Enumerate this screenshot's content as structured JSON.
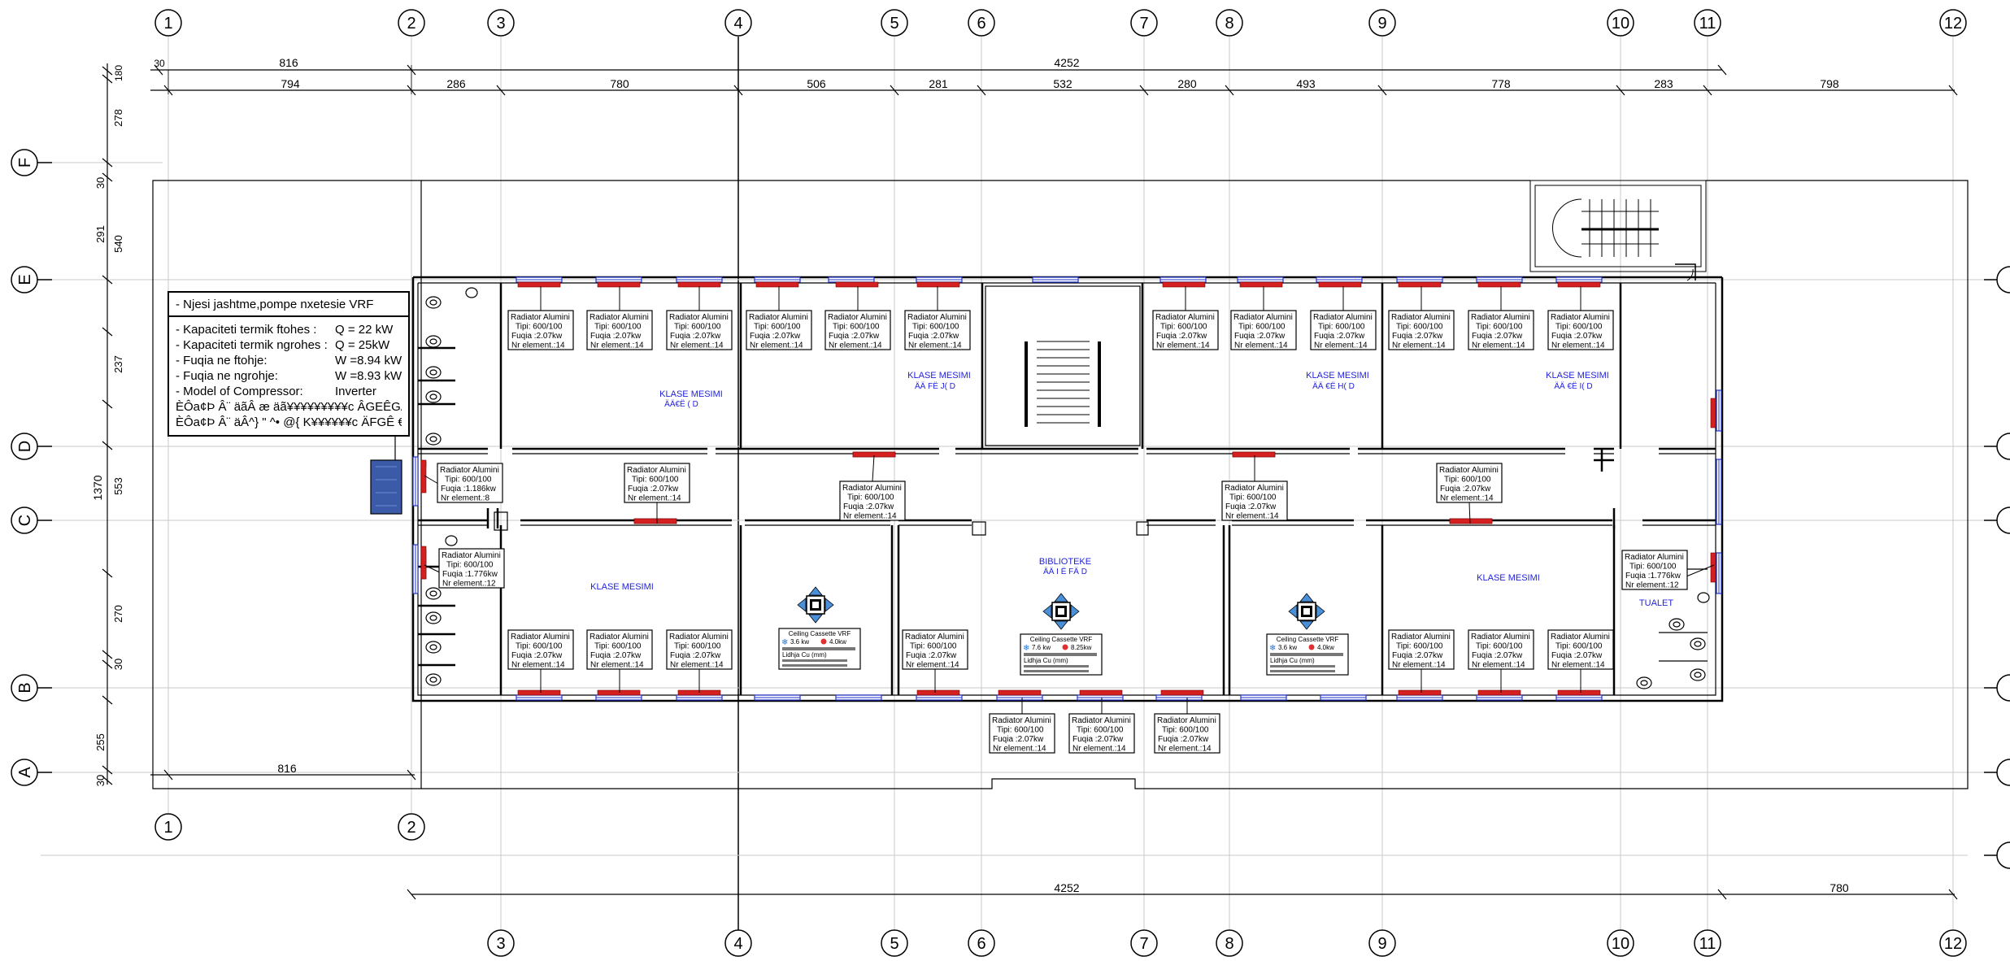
{
  "grid": {
    "columns_top": [
      "1",
      "2",
      "3",
      "4",
      "5",
      "6",
      "7",
      "8",
      "9",
      "10",
      "11",
      "12"
    ],
    "columns_bottom": [
      "1",
      "2",
      "3",
      "4",
      "5",
      "6",
      "7",
      "8",
      "9",
      "10",
      "11",
      "12"
    ],
    "rows_left": [
      "F",
      "E",
      "D",
      "C",
      "B",
      "A"
    ]
  },
  "dimensions": {
    "top_row1": [
      "816",
      "4252"
    ],
    "top_row2": [
      "794",
      "286",
      "780",
      "506",
      "281",
      "532",
      "280",
      "493",
      "778",
      "283",
      "798"
    ],
    "top_small": [
      "30",
      "180"
    ],
    "left_col_outer": [
      "1370"
    ],
    "left_col": [
      "278",
      "30",
      "291",
      "540",
      "237",
      "553",
      "270",
      "30",
      "255",
      "30"
    ],
    "bottom_left": "816",
    "bottom_row": [
      "4252",
      "780"
    ]
  },
  "legend": {
    "title": "- Njesi jashtme,pompe nxetesie  VRF",
    "rows": [
      {
        "label": "- Kapaciteti termik ftohes :",
        "value": "Q = 22 kW"
      },
      {
        "label": "- Kapaciteti termik ngrohes :",
        "value": "Q = 25kW"
      },
      {
        "label": "- Fuqia ne ftohje:",
        "value": "W =8.94 kW"
      },
      {
        "label": "- Fuqia ne ngrohje:",
        "value": "W =8.93 kW"
      },
      {
        "label": "- Model of Compressor:",
        "value": "Inverter"
      }
    ],
    "garbled": [
      "ÈÔa¢Þ Â¨ äãÂ æ äã¥¥¥¥¥¥¥¥¥c ÂGEÊGÄ {",
      "ÈÔa¢Þ Â¨ äÂ^} \" ^• @{ K¥¥¥¥¥¥c ÄFGÊ €Ä {"
    ]
  },
  "radiators": {
    "standard": [
      "Radiator Alumini",
      "Tipi: 600/100",
      "Fuqia :2.07kw",
      "Nr element.:14"
    ],
    "small_wc": [
      "Radiator Alumini",
      "Tipi: 600/100",
      "Fuqia :1.186kw",
      "Nr element.:8"
    ],
    "wc_left": [
      "Radiator Alumini",
      "Tipi: 600/100",
      "Fuqia :1.776kw",
      "Nr element.:12"
    ],
    "wc_right": [
      "Radiator Alumini",
      "Tipi: 600/100",
      "Fuqia :1.776kw",
      "Nr element.:12"
    ]
  },
  "rooms": {
    "klase_mesimi": "KLASE MESIMI",
    "biblioteke": "BIBLIOTEKE",
    "tualet": "TUALET",
    "sub_codes": [
      "ÄÄ€Ë ( D",
      "ÄÄ FË J( D",
      "ÄÄ €Ë H( D",
      "ÄÄ €Ë I( D",
      "ÄÄ I Ë FÄ D"
    ]
  },
  "cassettes": [
    {
      "title": "Ceiling Cassette  VRF",
      "cool": "3.6 kw",
      "heat": "4.0kw",
      "pipe": "Lidhja Cu (mm)"
    },
    {
      "title": "Ceiling Cassette  VRF",
      "cool": "7.6 kw",
      "heat": "8.25kw",
      "pipe": "Lidhja Cu (mm)"
    },
    {
      "title": "Ceiling Cassette  VRF",
      "cool": "3.6 kw",
      "heat": "4.0kw",
      "pipe": "Lidhja Cu (mm)"
    }
  ]
}
